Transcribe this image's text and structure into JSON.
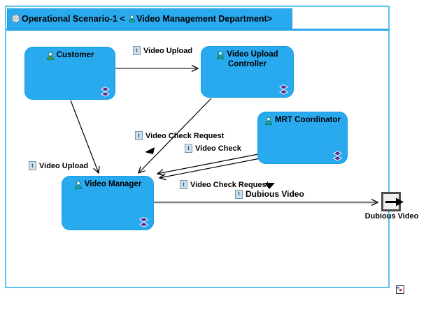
{
  "diagram": {
    "title": {
      "prefix": "Operational Scenario-1 < ",
      "actor": "Video Management Department",
      "suffix": ">"
    },
    "nodes": {
      "customer": {
        "label": "Customer"
      },
      "video_upload_controller": {
        "line1": "Video Upload",
        "line2": "Controller"
      },
      "mrt_coordinator": {
        "label": "MRT Coordinator"
      },
      "video_manager": {
        "label": "Video Manager"
      }
    },
    "messages": {
      "video_upload_top": {
        "label": "Video Upload"
      },
      "video_upload_left": {
        "label": "Video Upload"
      },
      "video_check_request_upper": {
        "label": "Video Check Request"
      },
      "video_check": {
        "label": "Video Check"
      },
      "video_check_request_lower": {
        "label": "Video Check Request"
      },
      "dubious_video_flow": {
        "label": "Dubious Video"
      }
    },
    "port": {
      "label": "Dubious Video"
    },
    "icons": {
      "title_icon": "scenario-icon",
      "node_icons": [
        "person-icon",
        "controller-icon",
        "person-icon",
        "person-icon"
      ],
      "message_icon": "exchange-item-icon",
      "node_marker": "double-diamond-icon",
      "port_icon": "output-port-icon",
      "corner_icon": "diagram-corner-icon"
    },
    "colors": {
      "node_fill": "#29a9ee",
      "node_border": "#179de2",
      "frame_border": "#5ac3ee",
      "gray_line": "#7f7f7f",
      "black_line": "#000000",
      "diamond_purple": "#5c2d91",
      "text": "#000000"
    }
  }
}
